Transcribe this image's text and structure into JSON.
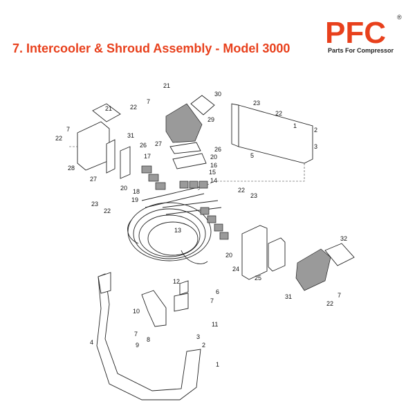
{
  "header": {
    "title": "7.  Intercooler & Shroud Assembly - Model 3000",
    "title_color": "#e8401c"
  },
  "logo": {
    "letters": "PFC",
    "registered": "®",
    "tagline": "Parts For Compressor",
    "color": "#e8401c"
  },
  "callouts": [
    "1",
    "2",
    "3",
    "4",
    "5",
    "6",
    "7",
    "8",
    "9",
    "10",
    "11",
    "12",
    "13",
    "14",
    "15",
    "16",
    "17",
    "18",
    "19",
    "20",
    "21",
    "22",
    "23",
    "24",
    "25",
    "26",
    "27",
    "28",
    "29",
    "30",
    "31",
    "32"
  ]
}
